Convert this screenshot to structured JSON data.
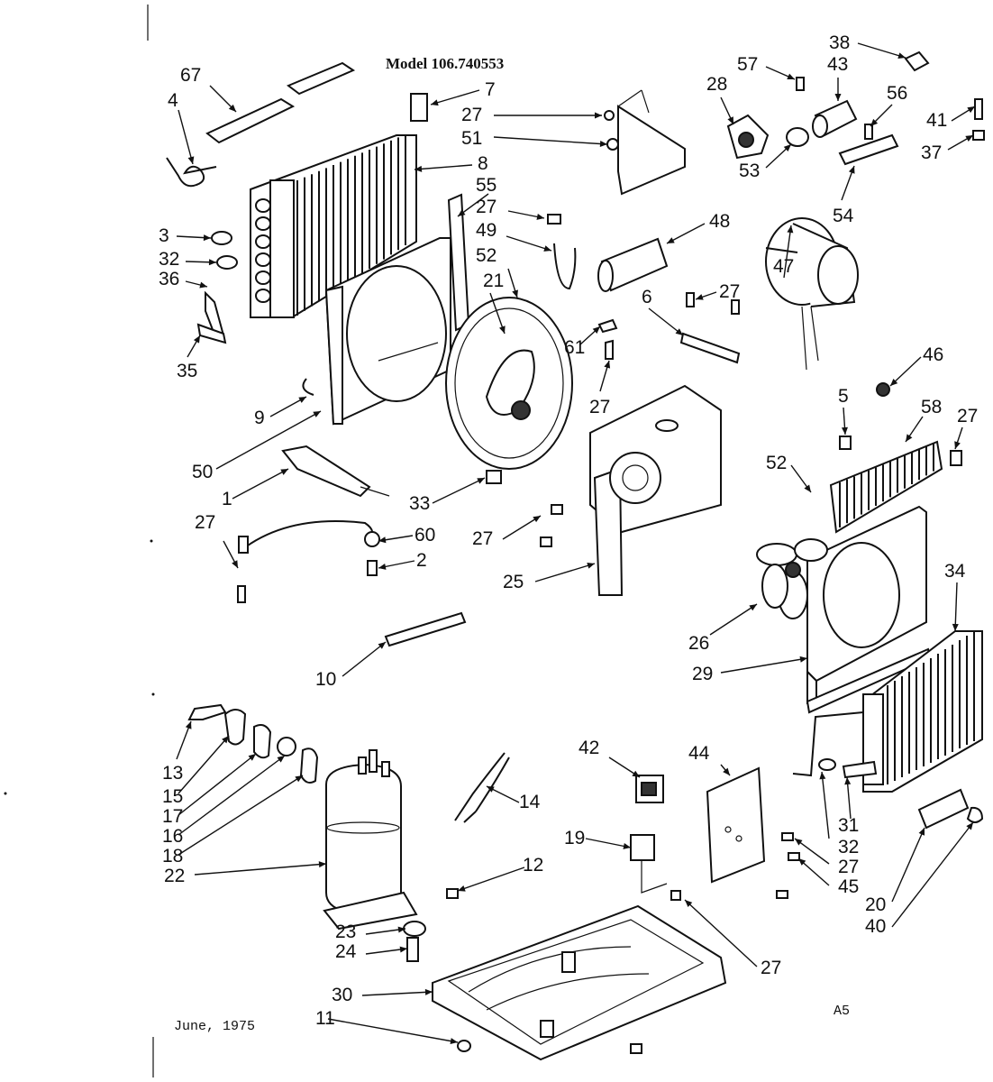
{
  "title": "Model 106.740553",
  "footer": {
    "date": "June, 1975",
    "code": "A5"
  },
  "callouts": [
    {
      "key": "67a",
      "text": "67"
    },
    {
      "key": "4a",
      "text": "4"
    },
    {
      "key": "3a",
      "text": "3"
    },
    {
      "key": "32a",
      "text": "32"
    },
    {
      "key": "36a",
      "text": "36"
    },
    {
      "key": "35a",
      "text": "35"
    },
    {
      "key": "7a",
      "text": "7"
    },
    {
      "key": "8a",
      "text": "8"
    },
    {
      "key": "27a",
      "text": "27"
    },
    {
      "key": "51a",
      "text": "51"
    },
    {
      "key": "55a",
      "text": "55"
    },
    {
      "key": "27b",
      "text": "27"
    },
    {
      "key": "49a",
      "text": "49"
    },
    {
      "key": "52a",
      "text": "52"
    },
    {
      "key": "21a",
      "text": "21"
    },
    {
      "key": "48a",
      "text": "48"
    },
    {
      "key": "6a",
      "text": "6"
    },
    {
      "key": "27c",
      "text": "27"
    },
    {
      "key": "61a",
      "text": "61"
    },
    {
      "key": "27d",
      "text": "27"
    },
    {
      "key": "9a",
      "text": "9"
    },
    {
      "key": "50a",
      "text": "50"
    },
    {
      "key": "1a",
      "text": "1"
    },
    {
      "key": "27e",
      "text": "27"
    },
    {
      "key": "33a",
      "text": "33"
    },
    {
      "key": "60a",
      "text": "60"
    },
    {
      "key": "2a",
      "text": "2"
    },
    {
      "key": "27f",
      "text": "27"
    },
    {
      "key": "25a",
      "text": "25"
    },
    {
      "key": "10a",
      "text": "10"
    },
    {
      "key": "57a",
      "text": "57"
    },
    {
      "key": "28a",
      "text": "28"
    },
    {
      "key": "38a",
      "text": "38"
    },
    {
      "key": "43a",
      "text": "43"
    },
    {
      "key": "56a",
      "text": "56"
    },
    {
      "key": "41a",
      "text": "41"
    },
    {
      "key": "37a",
      "text": "37"
    },
    {
      "key": "53a",
      "text": "53"
    },
    {
      "key": "54a",
      "text": "54"
    },
    {
      "key": "47a",
      "text": "47"
    },
    {
      "key": "46a",
      "text": "46"
    },
    {
      "key": "5a",
      "text": "5"
    },
    {
      "key": "58a",
      "text": "58"
    },
    {
      "key": "27g",
      "text": "27"
    },
    {
      "key": "52b",
      "text": "52"
    },
    {
      "key": "34a",
      "text": "34"
    },
    {
      "key": "26a",
      "text": "26"
    },
    {
      "key": "29a",
      "text": "29"
    },
    {
      "key": "13a",
      "text": "13"
    },
    {
      "key": "15a",
      "text": "15"
    },
    {
      "key": "17a",
      "text": "17"
    },
    {
      "key": "16a",
      "text": "16"
    },
    {
      "key": "18a",
      "text": "18"
    },
    {
      "key": "22a",
      "text": "22"
    },
    {
      "key": "14a",
      "text": "14"
    },
    {
      "key": "12a",
      "text": "12"
    },
    {
      "key": "42a",
      "text": "42"
    },
    {
      "key": "44a",
      "text": "44"
    },
    {
      "key": "19a",
      "text": "19"
    },
    {
      "key": "31a",
      "text": "31"
    },
    {
      "key": "32b",
      "text": "32"
    },
    {
      "key": "27h",
      "text": "27"
    },
    {
      "key": "45a",
      "text": "45"
    },
    {
      "key": "20a",
      "text": "20"
    },
    {
      "key": "40a",
      "text": "40"
    },
    {
      "key": "23a",
      "text": "23"
    },
    {
      "key": "24a",
      "text": "24"
    },
    {
      "key": "30a",
      "text": "30"
    },
    {
      "key": "11a",
      "text": "11"
    },
    {
      "key": "27i",
      "text": "27"
    }
  ]
}
